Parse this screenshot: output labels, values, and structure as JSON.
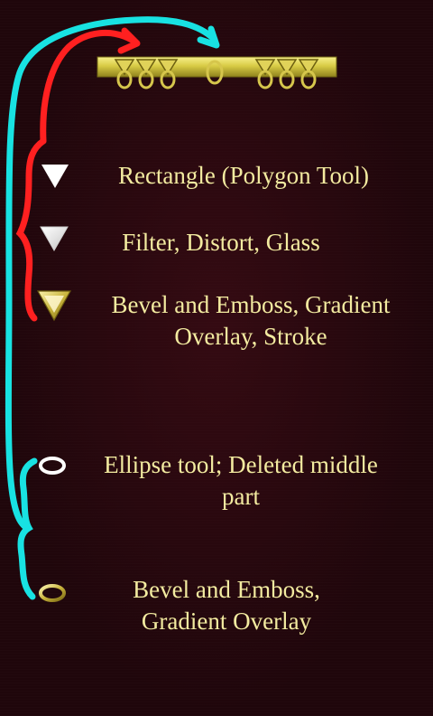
{
  "colors": {
    "background": "#1f060b",
    "text": "#f3eba0",
    "arrow_red": "#ff2020",
    "arrow_cyan": "#18e2e2",
    "gold": "#d4c64a"
  },
  "steps": [
    {
      "icon": "white-triangle-icon",
      "lines": [
        "Rectangle (Polygon Tool)"
      ]
    },
    {
      "icon": "glass-triangle-icon",
      "lines": [
        "Filter, Distort, Glass"
      ]
    },
    {
      "icon": "gold-triangle-icon",
      "lines": [
        "Bevel and Emboss, Gradient",
        "Overlay, Stroke"
      ]
    },
    {
      "icon": "white-ring-icon",
      "lines": [
        "Ellipse tool; Deleted middle",
        "part"
      ]
    },
    {
      "icon": "gold-ring-icon",
      "lines": [
        "Bevel and Emboss,",
        "Gradient Overlay"
      ]
    }
  ]
}
